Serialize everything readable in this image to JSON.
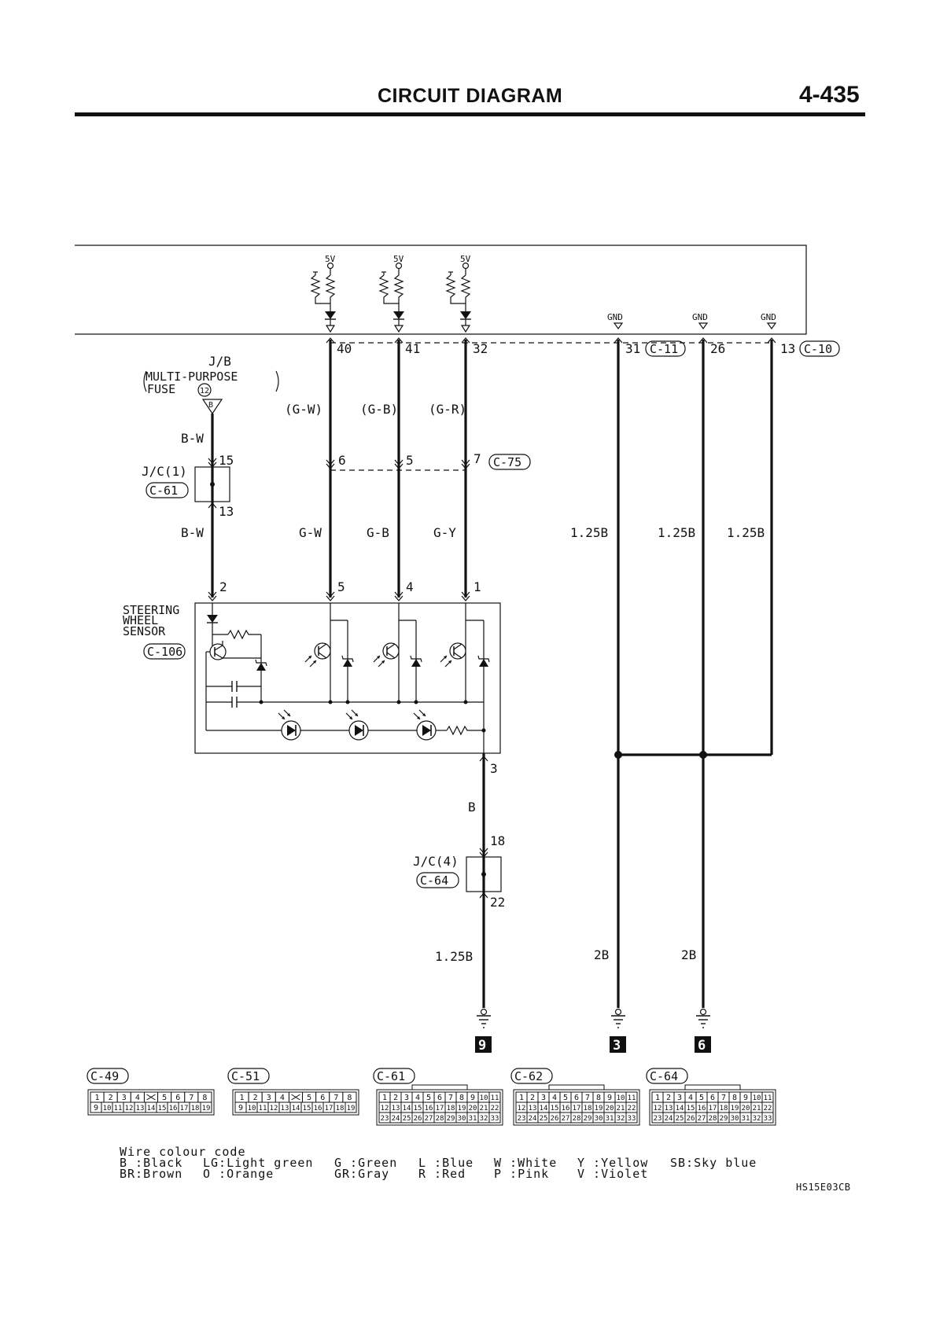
{
  "header": {
    "title": "CIRCUIT DIAGRAM",
    "page_number": "4-435"
  },
  "supply": {
    "v5": "5V",
    "gnd": "GND"
  },
  "ecu_pins": {
    "p40": "40",
    "p41": "41",
    "p32": "32",
    "p31": "31",
    "p26": "26",
    "p13": "13",
    "c11": "C-11",
    "c10": "C-10"
  },
  "jb": {
    "line1": "J/B",
    "line2": "MULTI-PURPOSE",
    "line3": "FUSE",
    "fuse_no": "12",
    "terminal": "B"
  },
  "wires": {
    "bw_top": "B-W",
    "bw_bottom": "B-W",
    "gw_paren": "(G-W)",
    "gb_paren": "(G-B)",
    "gr_paren": "(G-R)",
    "gw": "G-W",
    "gb": "G-B",
    "gy": "G-Y",
    "b125_1": "1.25B",
    "b125_2": "1.25B",
    "b125_3": "1.25B",
    "b": "B",
    "b125_lower": "1.25B",
    "b2_1": "2B",
    "b2_2": "2B"
  },
  "jc1": {
    "label": "J/C(1)",
    "conn": "C-61",
    "pin_top": "15",
    "pin_bottom": "13"
  },
  "c75": {
    "conn": "C-75",
    "p6": "6",
    "p5": "5",
    "p7": "7"
  },
  "sensor": {
    "line1": "STEERING",
    "line2": "WHEEL",
    "line3": "SENSOR",
    "conn": "C-106",
    "p2": "2",
    "p5": "5",
    "p4": "4",
    "p1": "1",
    "p3": "3"
  },
  "jc4": {
    "label": "J/C(4)",
    "conn": "C-64",
    "pin_top": "18",
    "pin_bottom": "22"
  },
  "grounds": {
    "g9": "9",
    "g3": "3",
    "g6": "6"
  },
  "connectors": {
    "c49": {
      "name": "C-49",
      "row1": [
        "1",
        "2",
        "3",
        "4",
        "",
        "5",
        "6",
        "7",
        "8"
      ],
      "row2": [
        "9",
        "10",
        "11",
        "12",
        "13",
        "14",
        "15",
        "16",
        "17",
        "18",
        "19"
      ]
    },
    "c51": {
      "name": "C-51",
      "row1": [
        "1",
        "2",
        "3",
        "4",
        "",
        "5",
        "6",
        "7",
        "8"
      ],
      "row2": [
        "9",
        "10",
        "11",
        "12",
        "13",
        "14",
        "15",
        "16",
        "17",
        "18",
        "19"
      ]
    },
    "c61": {
      "name": "C-61",
      "rows": [
        [
          "1",
          "2",
          "3",
          "4",
          "5",
          "6",
          "7",
          "8",
          "9",
          "10",
          "11"
        ],
        [
          "12",
          "13",
          "14",
          "15",
          "16",
          "17",
          "18",
          "19",
          "20",
          "21",
          "22"
        ],
        [
          "23",
          "24",
          "25",
          "26",
          "27",
          "28",
          "29",
          "30",
          "31",
          "32",
          "33"
        ]
      ]
    },
    "c62": {
      "name": "C-62",
      "rows": [
        [
          "1",
          "2",
          "3",
          "4",
          "5",
          "6",
          "7",
          "8",
          "9",
          "10",
          "11"
        ],
        [
          "12",
          "13",
          "14",
          "15",
          "16",
          "17",
          "18",
          "19",
          "20",
          "21",
          "22"
        ],
        [
          "23",
          "24",
          "25",
          "26",
          "27",
          "28",
          "29",
          "30",
          "31",
          "32",
          "33"
        ]
      ]
    },
    "c64": {
      "name": "C-64",
      "rows": [
        [
          "1",
          "2",
          "3",
          "4",
          "5",
          "6",
          "7",
          "8",
          "9",
          "10",
          "11"
        ],
        [
          "12",
          "13",
          "14",
          "15",
          "16",
          "17",
          "18",
          "19",
          "20",
          "21",
          "22"
        ],
        [
          "23",
          "24",
          "25",
          "26",
          "27",
          "28",
          "29",
          "30",
          "31",
          "32",
          "33"
        ]
      ]
    }
  },
  "legend": {
    "title": "Wire colour code",
    "row1": [
      "B :Black",
      "LG:Light green",
      "G :Green",
      "L :Blue",
      "W :White",
      "Y :Yellow",
      "SB:Sky blue"
    ],
    "row2": [
      "BR:Brown",
      "O :Orange",
      "GR:Gray",
      "R :Red",
      "P :Pink",
      "V :Violet"
    ]
  },
  "figure_code": "HS15E03CB"
}
